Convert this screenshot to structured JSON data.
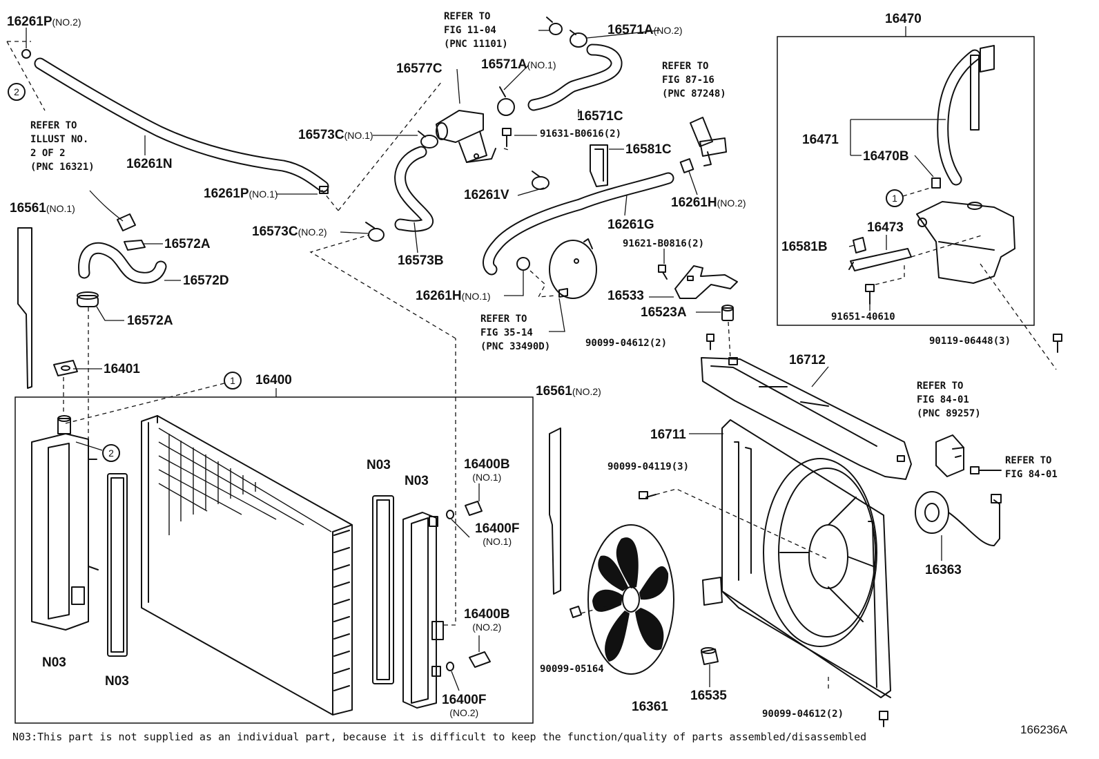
{
  "figure_code": "166236A",
  "footnote": "N03:This part is not supplied as an individual part, because it is difficult to keep the function/quality of parts assembled/disassembled",
  "labels": {
    "l16261p_no2": "16261P",
    "l16261p_no2_q": "(NO.2)",
    "l16261n": "16261N",
    "l16261p_no1": "16261P",
    "l16261p_no1_q": "(NO.1)",
    "l16561_no1": "16561",
    "l16561_no1_q": "(NO.1)",
    "l16572a_top": "16572A",
    "l16572d": "16572D",
    "l16572a_bot": "16572A",
    "l16401": "16401",
    "l16400": "16400",
    "l16577c": "16577C",
    "l16573c_no1": "16573C",
    "l16573c_no1_q": "(NO.1)",
    "l16573c_no2": "16573C",
    "l16573c_no2_q": "(NO.2)",
    "l16573b": "16573B",
    "l16571a_no2": "16571A",
    "l16571a_no2_q": "(NO.2)",
    "l16571a_no1": "16571A",
    "l16571a_no1_q": "(NO.1)",
    "l16571c": "16571C",
    "l91631": "91631-B0616(2)",
    "l16581c": "16581C",
    "l16261v": "16261V",
    "l16261g": "16261G",
    "l16261h_no2": "16261H",
    "l16261h_no2_q": "(NO.2)",
    "l16261h_no1": "16261H",
    "l16261h_no1_q": "(NO.1)",
    "l91621": "91621-B0816(2)",
    "l16533": "16533",
    "l16523a": "16523A",
    "l90099_04612_top": "90099-04612(2)",
    "l16470": "16470",
    "l16471": "16471",
    "l16470b": "16470B",
    "l16473": "16473",
    "l16581b": "16581B",
    "l91651": "91651-40610",
    "l90119": "90119-06448(3)",
    "l16712": "16712",
    "l16711": "16711",
    "l90099_04119": "90099-04119(3)",
    "l16561_no2": "16561",
    "l16561_no2_q": "(NO.2)",
    "l16400b_no1": "16400B",
    "l16400b_no1_q": "(NO.1)",
    "l16400f_no1": "16400F",
    "l16400f_no1_q": "(NO.1)",
    "l16400b_no2": "16400B",
    "l16400b_no2_q": "(NO.2)",
    "l16400f_no2": "16400F",
    "l16400f_no2_q": "(NO.2)",
    "n03_a": "N03",
    "n03_b": "N03",
    "n03_c": "N03",
    "n03_d": "N03",
    "l90099_05164": "90099-05164",
    "l16361": "16361",
    "l16535": "16535",
    "l90099_04612_bot": "90099-04612(2)",
    "l16363": "16363",
    "circle1": "1",
    "circle2": "2"
  },
  "references": {
    "ref_11_04": [
      "REFER TO",
      "FIG 11-04",
      "(PNC 11101)"
    ],
    "ref_87_16": [
      "REFER TO",
      "FIG 87-16",
      "(PNC 87248)"
    ],
    "ref_illust": [
      "REFER TO",
      "ILLUST NO.",
      "2 OF 2",
      "(PNC 16321)"
    ],
    "ref_35_14": [
      "REFER TO",
      "FIG 35-14",
      "(PNC 33490D)"
    ],
    "ref_84_01a": [
      "REFER TO",
      "FIG 84-01",
      "(PNC 89257)"
    ],
    "ref_84_01b": [
      "REFER TO",
      "FIG 84-01"
    ]
  },
  "icons": {
    "diagram": "exploded-parts-diagram",
    "callout": "circled-number-marker"
  }
}
